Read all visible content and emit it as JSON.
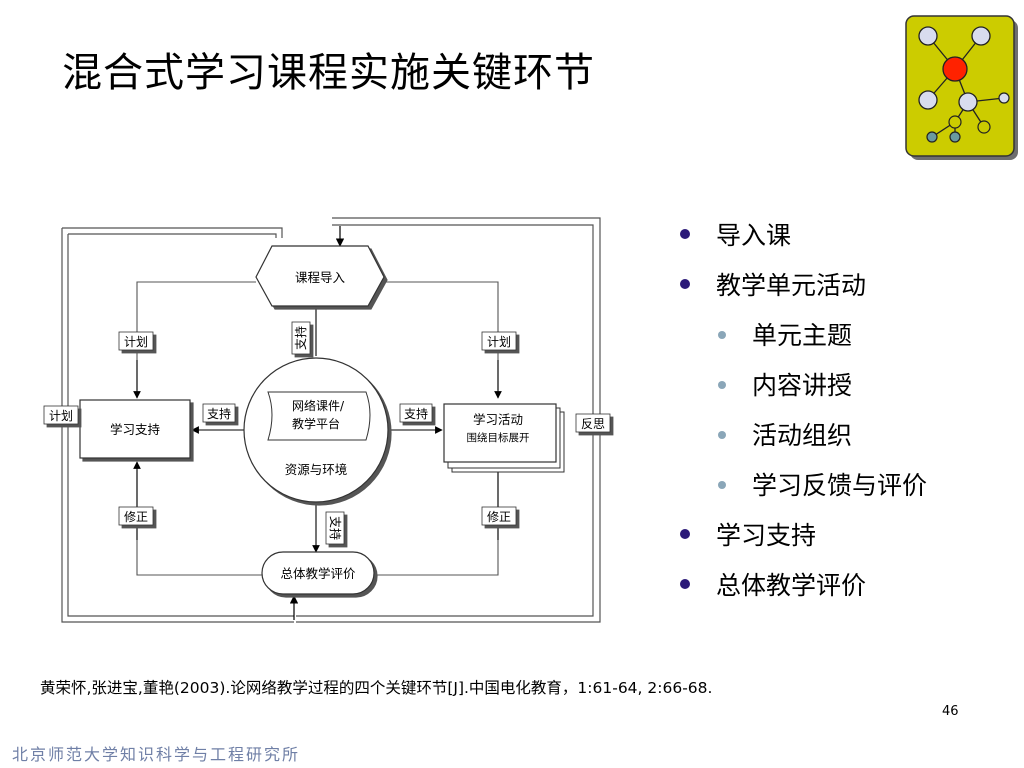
{
  "title": "混合式学习课程实施关键环节",
  "diagram": {
    "intro_node": "课程导入",
    "center_top": "网络课件/",
    "center_bottom": "教学平台",
    "center_caption": "资源与环境",
    "left_node": "学习支持",
    "right_node_title": "学习活动",
    "right_node_sub": "围绕目标展开",
    "bottom_node": "总体教学评价",
    "label_plan_left": "计划",
    "label_plan_right": "计划",
    "label_plan_outer": "计划",
    "label_support_left": "支持",
    "label_support_right": "支持",
    "label_support_top": "支持",
    "label_support_bottom": "支持",
    "label_revise_left": "修正",
    "label_revise_right": "修正",
    "label_reflect": "反思"
  },
  "bullets": [
    {
      "level": 1,
      "text": "导入课"
    },
    {
      "level": 1,
      "text": "教学单元活动"
    },
    {
      "level": 2,
      "text": "单元主题"
    },
    {
      "level": 2,
      "text": "内容讲授"
    },
    {
      "level": 2,
      "text": "活动组织"
    },
    {
      "level": 2,
      "text": "学习反馈与评价"
    },
    {
      "level": 1,
      "text": "学习支持"
    },
    {
      "level": 1,
      "text": "总体教学评价"
    }
  ],
  "citation": "黄荣怀,张进宝,董艳(2003).论网络教学过程的四个关键环节[J].中国电化教育，1:61-64, 2:66-68.",
  "page_number": "46",
  "footer": "北京师范大学知识科学与工程研究所",
  "colors": {
    "logo_bg": "#cccc00",
    "logo_center_node": "#ff2200",
    "logo_node": "#d8dcee",
    "logo_teal": "#6a9aa0",
    "bullet_level1": "#2b1a78",
    "bullet_level2": "#8aa6b8",
    "footer": "#6f7fa6"
  },
  "logo_icon": "network-graph-icon"
}
